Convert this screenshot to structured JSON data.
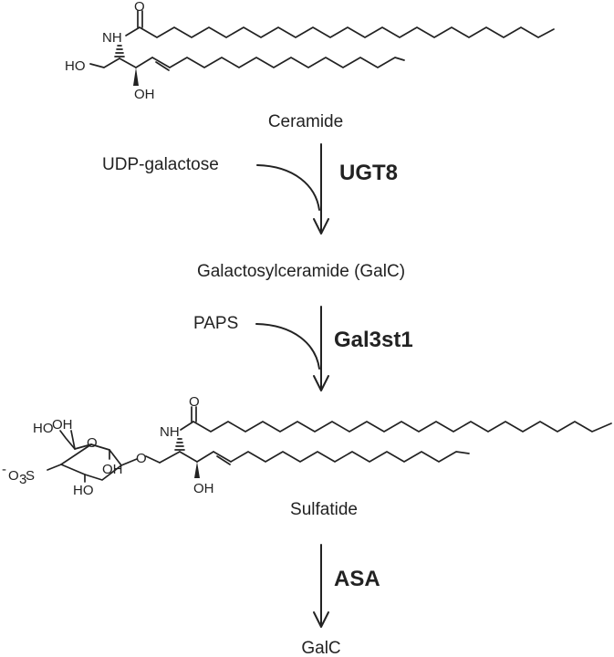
{
  "compounds": {
    "ceramide": {
      "name": "Ceramide",
      "atoms": {
        "nh": "NH",
        "o": "O",
        "ho": "HO",
        "oh": "OH"
      }
    },
    "galc": {
      "name": "Galactosylceramide (GalC)"
    },
    "sulfatide": {
      "name": "Sulfatide",
      "atoms": {
        "nh": "NH",
        "o_carbonyl": "O",
        "oh_chain": "OH",
        "sugar_ho_top": "HO",
        "sugar_oh_top": "OH",
        "ring_o": "O",
        "glycosidic_o": "O",
        "sugar_ho_bottom": "HO",
        "sugar_oh_bottom": "OH",
        "sulfate_charge": "-",
        "sulfate_o3": "O",
        "sulfate_sub3": "3",
        "sulfate_s": "S"
      }
    },
    "product": {
      "name": "GalC"
    }
  },
  "steps": [
    {
      "enzyme": "UGT8",
      "cosubstrate": "UDP-galactose"
    },
    {
      "enzyme": "Gal3st1",
      "cosubstrate": "PAPS"
    },
    {
      "enzyme": "ASA"
    }
  ]
}
